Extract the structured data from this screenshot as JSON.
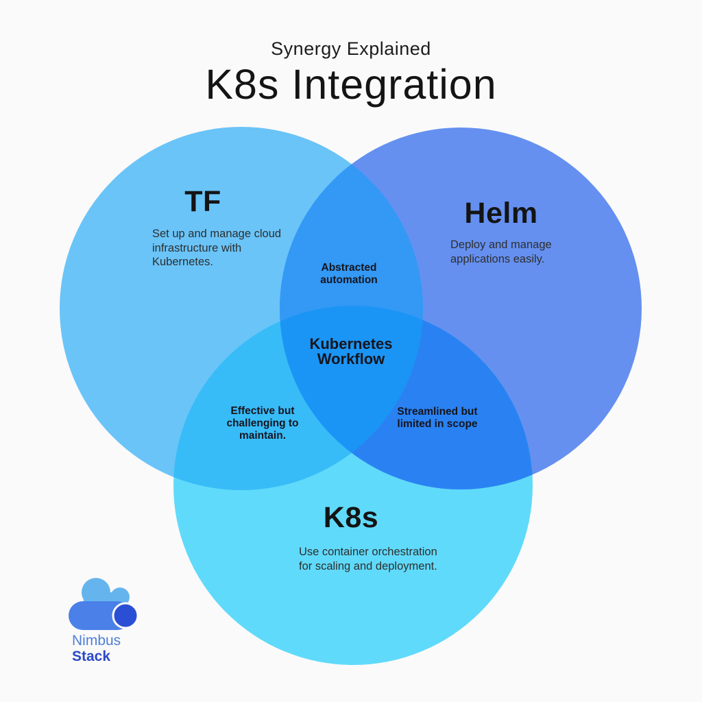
{
  "header": {
    "subtitle": "Synergy Explained",
    "title": "K8s Integration"
  },
  "venn": {
    "circles": [
      {
        "label": "TF",
        "description": "Set up and manage cloud infrastructure with Kubernetes.",
        "color": "#6AC4F8"
      },
      {
        "label": "Helm",
        "description": "Deploy and manage applications easily.",
        "color": "#6590F0"
      },
      {
        "label": "K8s",
        "description": "Use container orchestration for scaling and deployment.",
        "color": "#60DAFA"
      }
    ],
    "overlaps": {
      "tf_helm": {
        "label": "Abstracted automation",
        "color": "#3399F5"
      },
      "tf_k8s": {
        "label": "Effective but challenging to maintain.",
        "color": "#38BCF8"
      },
      "helm_k8s": {
        "label": "Streamlined but limited in scope",
        "color": "#2A82F2"
      },
      "center": {
        "label": "Kubernetes Workflow",
        "color": "#1B95F5"
      }
    }
  },
  "logo": {
    "name_line1": "Nimbus",
    "name_line2": "Stack",
    "cloud_color": "#66B4EE",
    "pill_color": "#4A80E8",
    "dot_color": "#2B4FD4",
    "text1_color": "#4D7FD6",
    "text2_color": "#2B49C8"
  }
}
